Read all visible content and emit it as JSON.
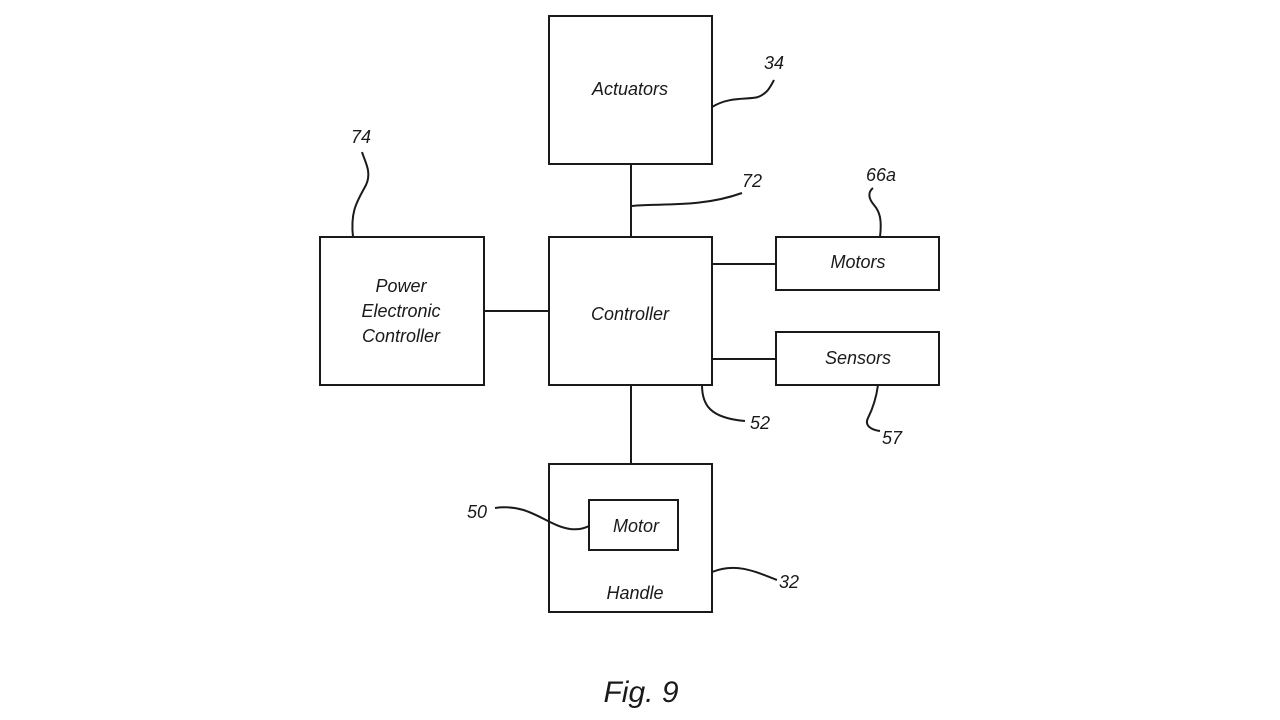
{
  "figure": {
    "caption": "Fig. 9"
  },
  "blocks": {
    "actuators": {
      "label": "Actuators",
      "ref": "34"
    },
    "power_electronic_controller": {
      "lines": [
        "Power",
        "Electronic",
        "Controller"
      ],
      "ref": "74"
    },
    "controller": {
      "label": "Controller",
      "ref": "52"
    },
    "motors": {
      "label": "Motors",
      "ref": "66a"
    },
    "sensors": {
      "label": "Sensors",
      "ref": "57"
    },
    "handle": {
      "label": "Handle",
      "ref": "32"
    },
    "handle_motor": {
      "label": "Motor",
      "ref": "50"
    }
  },
  "connections": {
    "actuators_controller": {
      "ref": "72"
    }
  }
}
